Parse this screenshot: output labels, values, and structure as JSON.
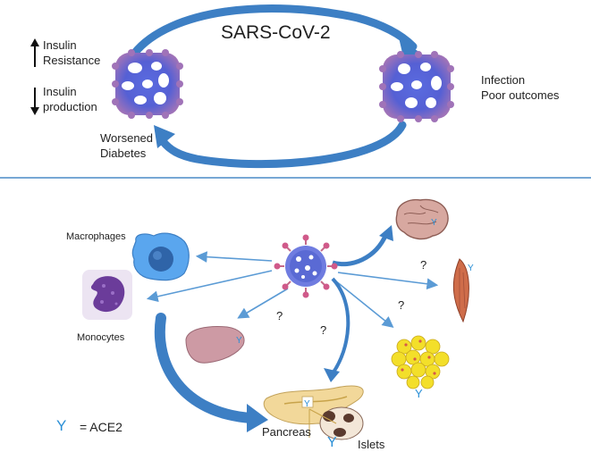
{
  "top_panel": {
    "title": "SARS-CoV-2",
    "insulin_resistance": {
      "line1": "Insulin",
      "line2": "Resistance",
      "arrow": "up"
    },
    "insulin_production": {
      "line1": "Insulin",
      "line2": "production",
      "arrow": "down"
    },
    "worsened_diabetes": {
      "line1": "Worsened",
      "line2": "Diabetes"
    },
    "infection_outcomes": {
      "line1": "Infection",
      "line2": "Poor outcomes"
    }
  },
  "bottom_panel": {
    "macrophages": "Macrophages",
    "monocytes": "Monocytes",
    "pancreas": "Pancreas",
    "islets": "Islets",
    "unknown_marks": [
      "?",
      "?",
      "?",
      "?"
    ],
    "legend": {
      "symbol": "Y",
      "text": "= ACE2"
    }
  },
  "colors": {
    "arrow_blue": "#3d7fc4",
    "thin_arrow": "#5b9bd5",
    "divider": "#4a8cc7",
    "ace2": "#2a8fd6",
    "cell_purple": "#6b6fd6"
  }
}
